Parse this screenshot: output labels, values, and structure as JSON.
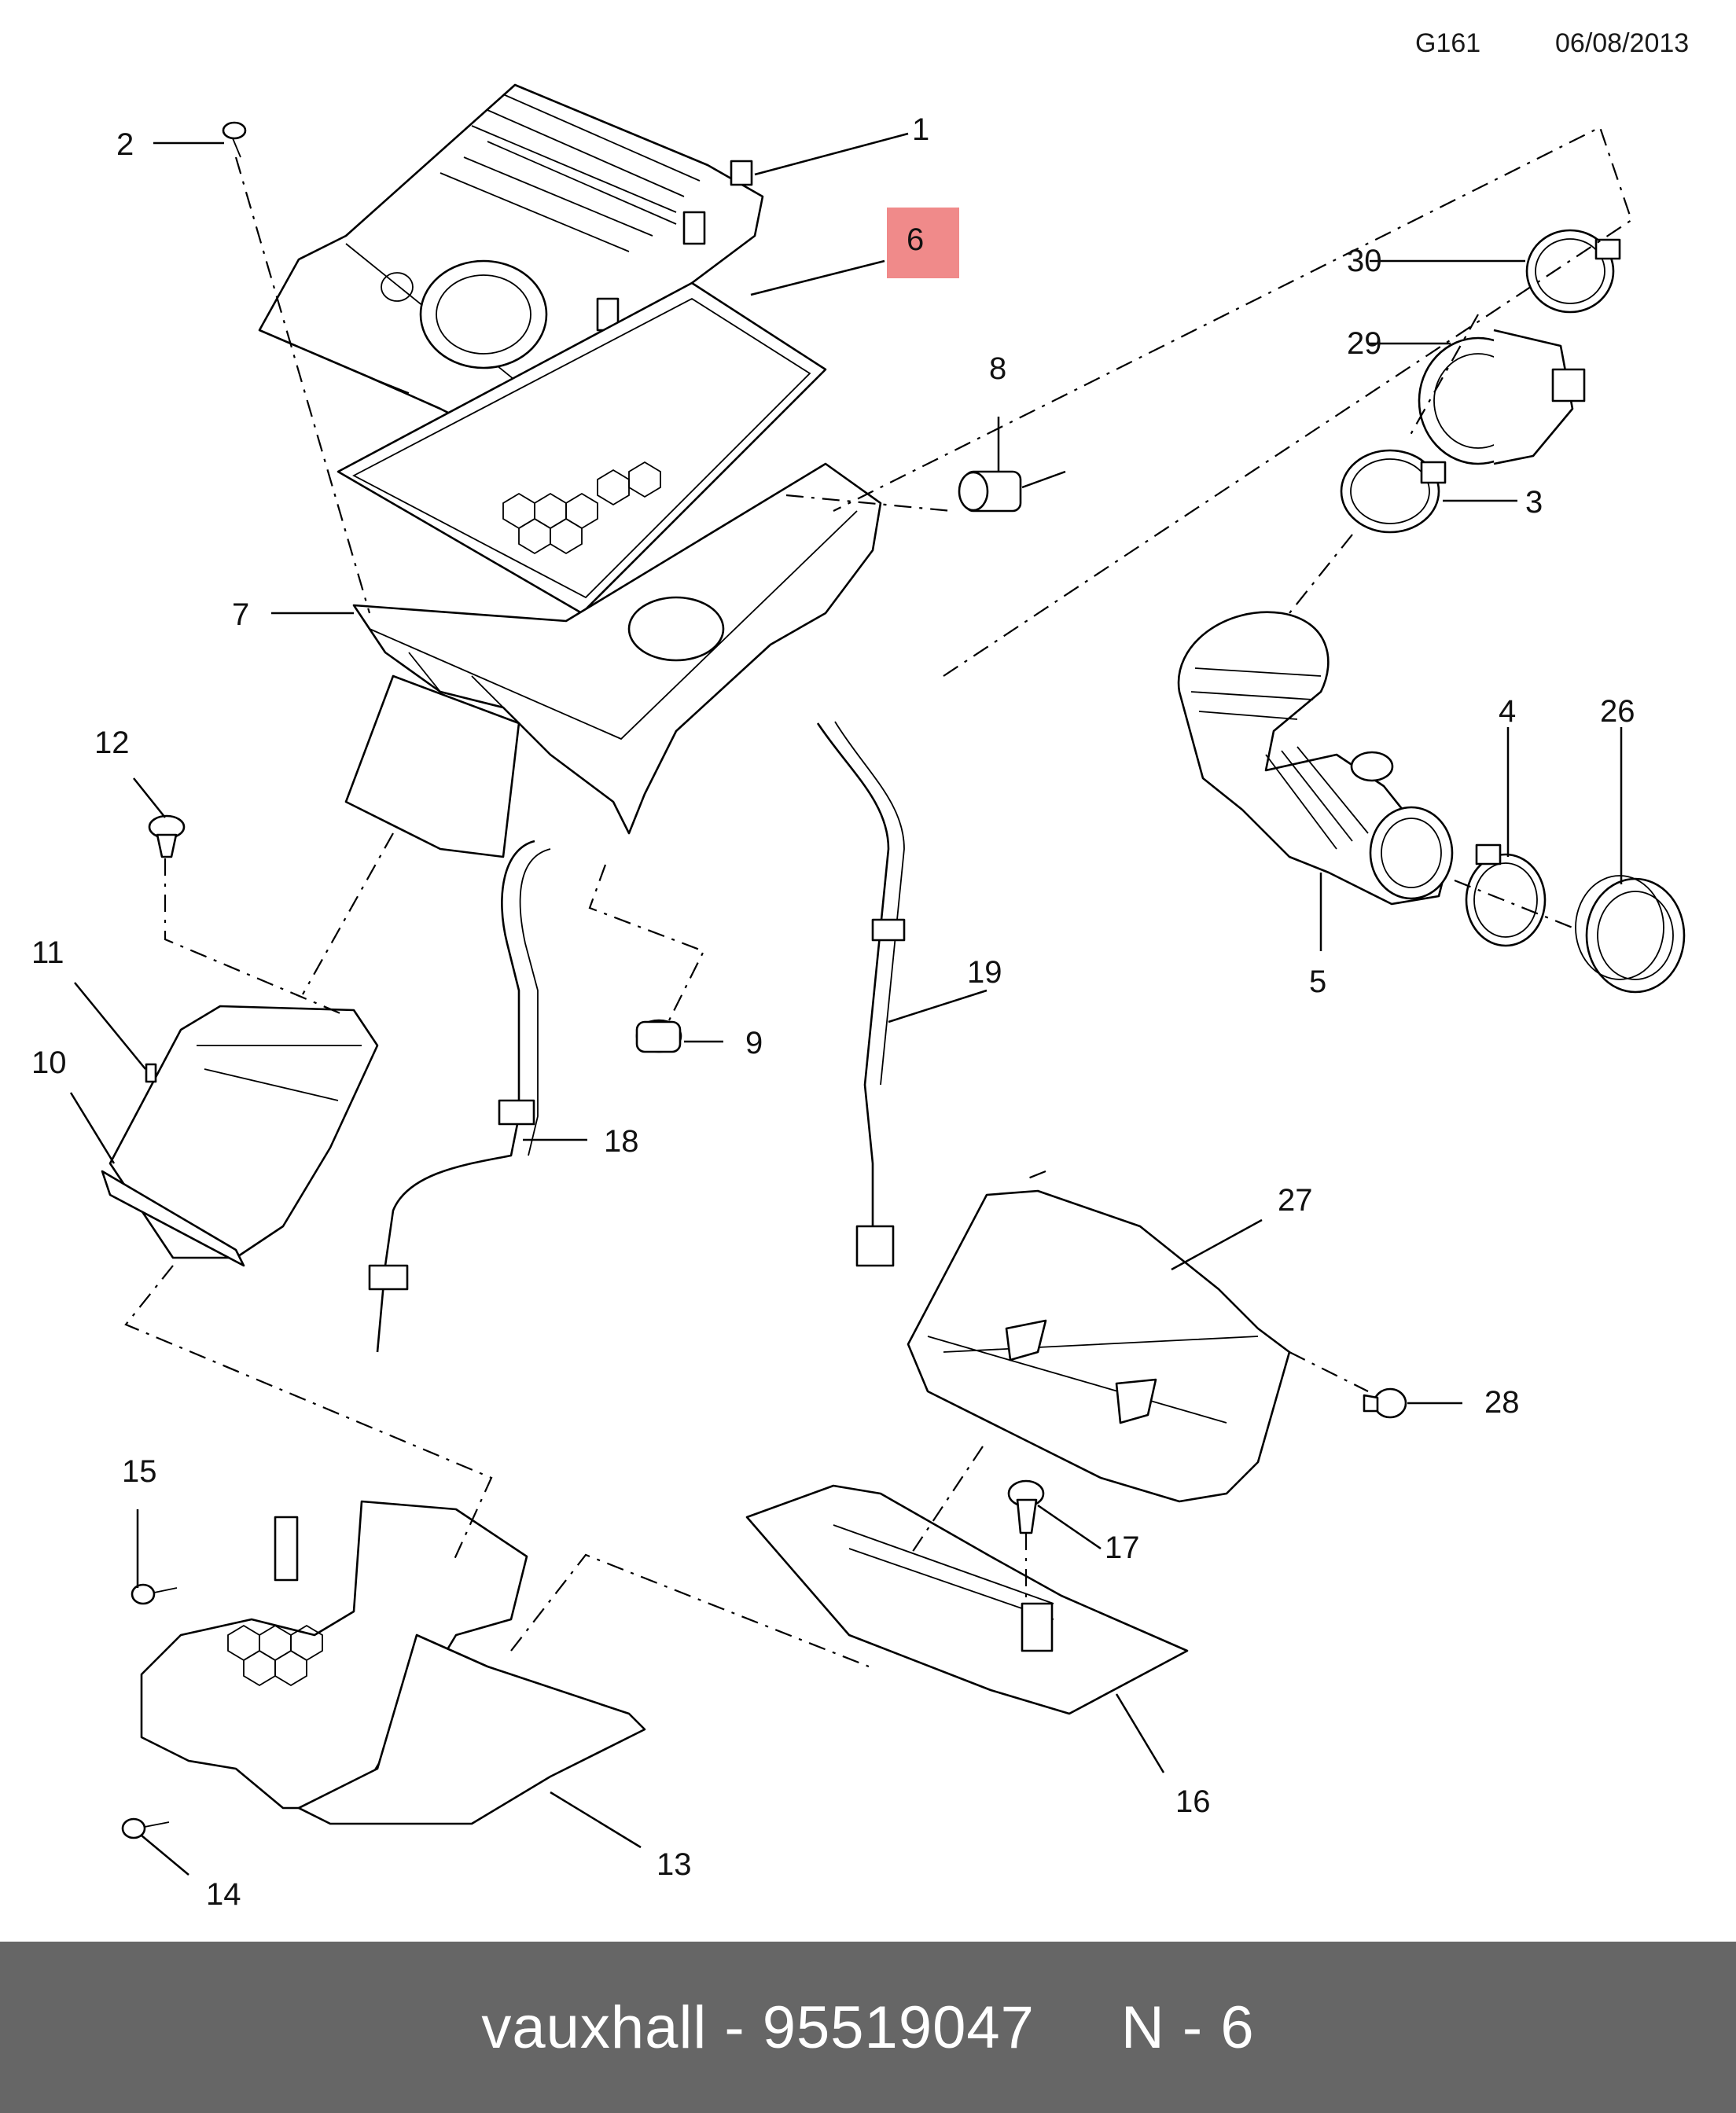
{
  "header": {
    "code": "G161",
    "date": "06/08/2013"
  },
  "highlighted_part": "6",
  "callouts": {
    "p1": "1",
    "p2": "2",
    "p3": "3",
    "p4": "4",
    "p5": "5",
    "p6": "6",
    "p7": "7",
    "p8": "8",
    "p9": "9",
    "p10": "10",
    "p11": "11",
    "p12": "12",
    "p13": "13",
    "p14": "14",
    "p15": "15",
    "p16": "16",
    "p17": "17",
    "p18": "18",
    "p19": "19",
    "p26": "26",
    "p27": "27",
    "p28": "28",
    "p29": "29",
    "p30": "30"
  },
  "footer": {
    "brand_part": "vauxhall - 95519047",
    "position": "N - 6"
  },
  "colors": {
    "highlight": "#f08a8a",
    "footer_bg": "#666666",
    "footer_text": "#ffffff"
  }
}
